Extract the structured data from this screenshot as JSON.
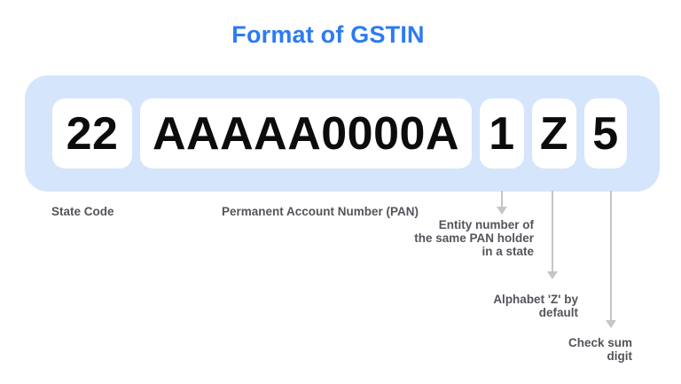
{
  "title": "Format of GSTIN",
  "gstin": {
    "segments": [
      {
        "value": "22"
      },
      {
        "value": "AAAAA0000A"
      },
      {
        "value": "1"
      },
      {
        "value": "Z"
      },
      {
        "value": "5"
      }
    ]
  },
  "annotations": {
    "state_code": "State Code",
    "pan": "Permanent Account Number (PAN)",
    "entity_number": "Entity number of\nthe same PAN holder\nin a state",
    "alphabet_z": "Alphabet 'Z' by\ndefault",
    "check_sum": "Check sum\ndigit"
  },
  "colors": {
    "title_blue": "#2B7BF3",
    "container_blue": "#D5E5FB",
    "box_white": "#FFFFFF",
    "digit_black": "#0C0C0C",
    "label_gray": "#54545B",
    "arrow_gray": "#C5C5C5"
  }
}
